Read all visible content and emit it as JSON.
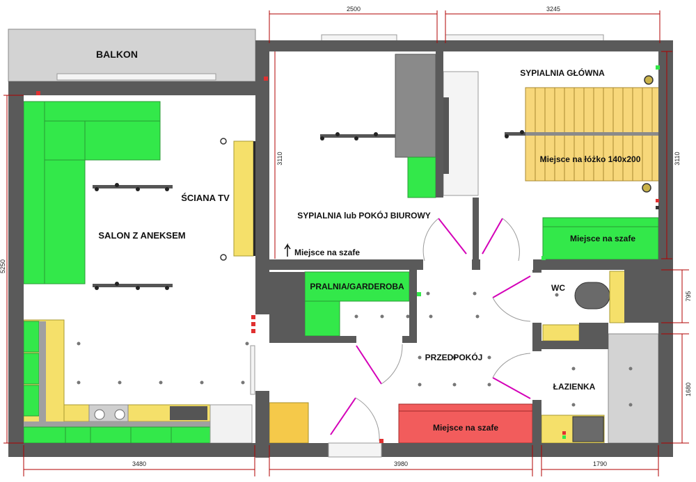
{
  "rooms": {
    "balkon": "BALKON",
    "salon": "SALON Z ANEKSEM",
    "sciana_tv": "ŚCIANA TV",
    "sypialnia_biuro": "SYPIALNIA lub POKÓJ BIUROWY",
    "sypialnia_glowna": "SYPIALNIA GŁÓWNA",
    "pralnia": "PRALNIA/GARDEROBA",
    "wc": "WC",
    "przedpokoj": "PRZEDPOKÓJ",
    "lazienka": "ŁAZIENKA"
  },
  "labels": {
    "lozko": "Miejsce na łóżko 140x200",
    "szafa_sypialnia_glowna": "Miejsce na szafe",
    "szafa_sypialnia_biuro": "Miejsce na szafe",
    "szafa_przedpokoj": "Miejsce na szafe"
  },
  "dimensions": {
    "top_biuro": "2500",
    "top_glowna": "3245",
    "bottom_salon": "3480",
    "bottom_przedpokoj": "3980",
    "bottom_lazienka": "1790",
    "left_total": "5250",
    "mid_biuro": "3110",
    "right_glowna": "3110",
    "right_wc": "795",
    "right_lazienka": "1680"
  },
  "colors": {
    "wall": "#5a5a5a",
    "furniture_green": "#33e84a",
    "furniture_yellow": "#f5e06a",
    "wardrobe_red": "#f25c5c",
    "bed_wood": "#f7d77a",
    "balcony": "#d3d3d3",
    "dimension_line": "#b00000",
    "door_swing": "#d400b8"
  }
}
